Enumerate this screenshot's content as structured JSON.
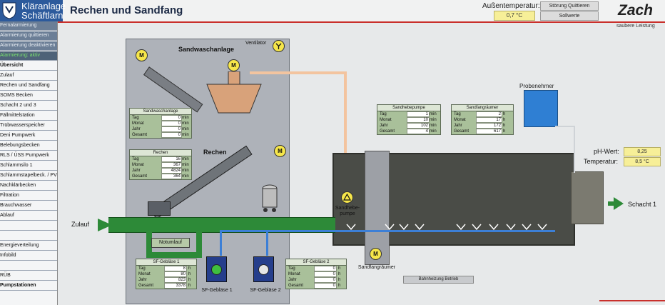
{
  "header": {
    "logo_line1": "Kläranlage",
    "logo_line2": "Schäftlarn",
    "title": "Rechen und Sandfang",
    "outside_temp_label": "Außentemperatur:",
    "outside_temp_value": "0,7 °C",
    "btn_fault_ack": "Störung Quittieren",
    "btn_setpoints": "Sollwerte",
    "brand": "Zach",
    "tagline": "saubere Leistung"
  },
  "sidebar": {
    "items": [
      {
        "label": "Fernalarmierung",
        "style": "gray"
      },
      {
        "label": "Alarmierung quittieren",
        "style": "gray"
      },
      {
        "label": "Alarmierung deaktivieren",
        "style": "gray"
      },
      {
        "label": "Alarmierung: aktiv",
        "style": "green"
      },
      {
        "label": "Übersicht",
        "style": "bold"
      },
      {
        "label": "Zulauf",
        "style": ""
      },
      {
        "label": "Rechen und Sandfang",
        "style": ""
      },
      {
        "label": "SOMS Becken",
        "style": ""
      },
      {
        "label": "Schacht 2 und 3",
        "style": ""
      },
      {
        "label": "Fällmittelstation",
        "style": ""
      },
      {
        "label": "Trübwasserspeicher",
        "style": ""
      },
      {
        "label": "Deni Pumpwerk",
        "style": ""
      },
      {
        "label": "Belebungsbecken",
        "style": ""
      },
      {
        "label": "RLS / ÜSS Pumpwerk",
        "style": ""
      },
      {
        "label": "Schlammsilo 1",
        "style": ""
      },
      {
        "label": "Schlammstapelbeck. / PV",
        "style": ""
      },
      {
        "label": "Nachklärbecken",
        "style": ""
      },
      {
        "label": "Filtration",
        "style": ""
      },
      {
        "label": "Brauchwasser",
        "style": ""
      },
      {
        "label": "Ablauf",
        "style": ""
      },
      {
        "label": "",
        "style": ""
      },
      {
        "label": "",
        "style": ""
      },
      {
        "label": "Energieverteilung",
        "style": ""
      },
      {
        "label": "Infobild",
        "style": ""
      },
      {
        "label": "",
        "style": ""
      },
      {
        "label": "RÜB",
        "style": ""
      },
      {
        "label": "Pumpstationen",
        "style": "bold"
      }
    ]
  },
  "plant": {
    "sandwaschanlage_title": "Sandwaschanlage",
    "ventilator_label": "Ventilator",
    "rechen_title": "Rechen",
    "motor_symbol": "M",
    "notumlauf_label": "Notumlauf",
    "zulauf_label": "Zulauf",
    "sandhebepumpe_label": "Sandhebe-\npumpe",
    "sandfangraeumer_label": "Sandfangräumer",
    "sf_geblaese1_label": "SF-Gebläse 1",
    "sf_geblaese2_label": "SF-Gebläse 2",
    "probenehmer_label": "Probenehmer",
    "schacht_label": "Schacht 1",
    "ph_label": "pH-Wert:",
    "ph_value": "8,25",
    "temp_label": "Temperatur:",
    "temp_value": "8,5 °C",
    "bahnheizung": "Bahnheizung Betrieb"
  },
  "tables": {
    "sandwaschanlage": {
      "title": "Sandwaschanlage",
      "rows": [
        {
          "label": "Tag",
          "value": "0",
          "unit": "min"
        },
        {
          "label": "Monat",
          "value": "0",
          "unit": "min"
        },
        {
          "label": "Jahr",
          "value": "0",
          "unit": "min"
        },
        {
          "label": "Gesamt",
          "value": "0",
          "unit": "min"
        }
      ]
    },
    "rechen": {
      "title": "Rechen",
      "rows": [
        {
          "label": "Tag",
          "value": "16",
          "unit": "min"
        },
        {
          "label": "Monat",
          "value": "367",
          "unit": "min"
        },
        {
          "label": "Jahr",
          "value": "4824",
          "unit": "min"
        },
        {
          "label": "Gesamt",
          "value": "364",
          "unit": "min"
        }
      ]
    },
    "sandhebepumpe": {
      "title": "Sandhebepumpe",
      "rows": [
        {
          "label": "Tag",
          "value": "1",
          "unit": "min"
        },
        {
          "label": "Monat",
          "value": "10",
          "unit": "min"
        },
        {
          "label": "Jahr",
          "value": "102",
          "unit": "min"
        },
        {
          "label": "Gesamt",
          "value": "4",
          "unit": "min"
        }
      ]
    },
    "sandfangraeumer": {
      "title": "Sandfangräumer",
      "rows": [
        {
          "label": "Tag",
          "value": "2",
          "unit": "h"
        },
        {
          "label": "Monat",
          "value": "17",
          "unit": "h"
        },
        {
          "label": "Jahr",
          "value": "172",
          "unit": "h"
        },
        {
          "label": "Gesamt",
          "value": "617",
          "unit": "h"
        }
      ]
    },
    "sf_geblaese1": {
      "title": "SF-Gebläse 1",
      "rows": [
        {
          "label": "Tag",
          "value": "8",
          "unit": "h"
        },
        {
          "label": "Monat",
          "value": "80",
          "unit": "h"
        },
        {
          "label": "Jahr",
          "value": "823",
          "unit": "h"
        },
        {
          "label": "Gesamt",
          "value": "3378",
          "unit": "h"
        }
      ]
    },
    "sf_geblaese2": {
      "title": "SF-Gebläse 2",
      "rows": [
        {
          "label": "Tag",
          "value": "0",
          "unit": "h"
        },
        {
          "label": "Monat",
          "value": "0",
          "unit": "h"
        },
        {
          "label": "Jahr",
          "value": "0",
          "unit": "h"
        },
        {
          "label": "Gesamt",
          "value": "0",
          "unit": "h"
        }
      ]
    }
  },
  "colors": {
    "accent": "#c9302c",
    "brand_blue": "#2c5a9c",
    "pipe_green": "#2d8a38",
    "water_blue": "#3c7fd6"
  }
}
